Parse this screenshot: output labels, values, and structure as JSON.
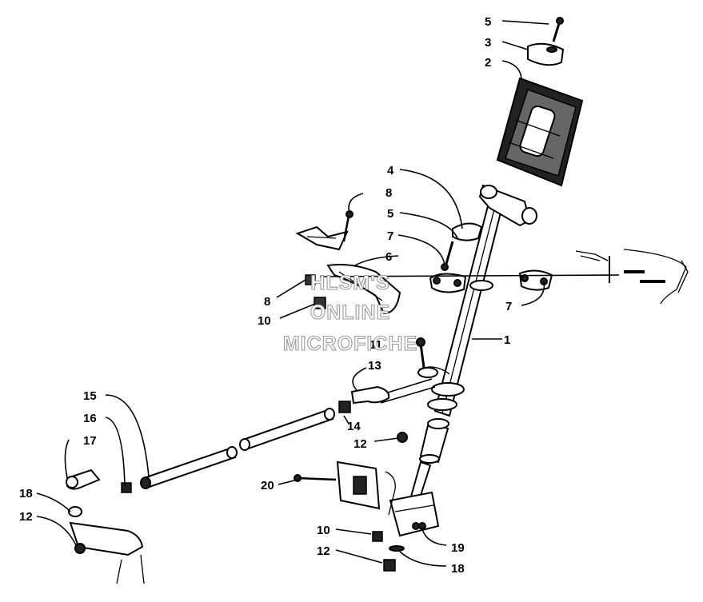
{
  "watermark": {
    "line1": "HLSM'S",
    "line2": "ONLINE",
    "line3": "MICROFICHE"
  },
  "callouts": [
    {
      "id": "c5a",
      "label": "5"
    },
    {
      "id": "c3",
      "label": "3"
    },
    {
      "id": "c2",
      "label": "2"
    },
    {
      "id": "c4",
      "label": "4"
    },
    {
      "id": "c8a",
      "label": "8"
    },
    {
      "id": "c5b",
      "label": "5"
    },
    {
      "id": "c7a",
      "label": "7"
    },
    {
      "id": "c6",
      "label": "6"
    },
    {
      "id": "c8b",
      "label": "8"
    },
    {
      "id": "c10a",
      "label": "10"
    },
    {
      "id": "c7b",
      "label": "7"
    },
    {
      "id": "c1",
      "label": "1"
    },
    {
      "id": "c11",
      "label": "11"
    },
    {
      "id": "c13",
      "label": "13"
    },
    {
      "id": "c15",
      "label": "15"
    },
    {
      "id": "c16",
      "label": "16"
    },
    {
      "id": "c17",
      "label": "17"
    },
    {
      "id": "c14",
      "label": "14"
    },
    {
      "id": "c12a",
      "label": "12"
    },
    {
      "id": "c20",
      "label": "20"
    },
    {
      "id": "c18a",
      "label": "18"
    },
    {
      "id": "c12b",
      "label": "12"
    },
    {
      "id": "c10b",
      "label": "10"
    },
    {
      "id": "c19",
      "label": "19"
    },
    {
      "id": "c12c",
      "label": "12"
    },
    {
      "id": "c18b",
      "label": "18"
    }
  ]
}
